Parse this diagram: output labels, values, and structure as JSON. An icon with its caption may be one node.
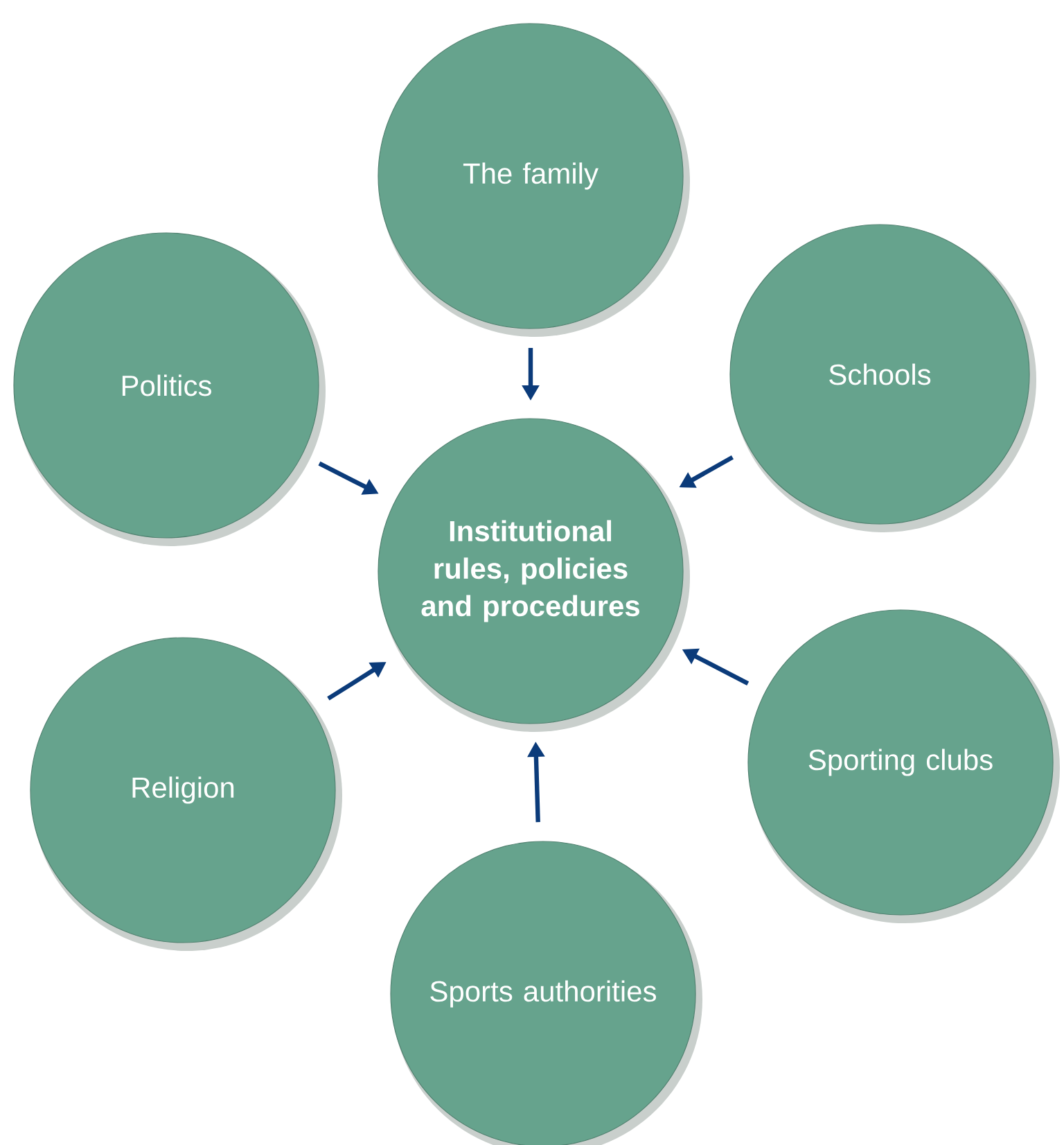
{
  "diagram": {
    "nodes": [
      {
        "text": [
          "The family"
        ]
      },
      {
        "text": [
          "Politics"
        ]
      },
      {
        "text": [
          "Schools"
        ]
      },
      {
        "text": [
          "Institutional rules, policies and procedures"
        ]
      },
      {
        "text": [
          "Sporting clubs"
        ]
      },
      {
        "text": [
          "Religion"
        ]
      },
      {
        "text": [
          "Sports authorities"
        ]
      }
    ],
    "edges": [
      {
        "from": 0,
        "to": 3,
        "arrow": "to"
      },
      {
        "from": 1,
        "to": 3,
        "arrow": "to"
      },
      {
        "from": 2,
        "to": 3,
        "arrow": "to"
      },
      {
        "from": 4,
        "to": 3,
        "arrow": "to"
      },
      {
        "from": 5,
        "to": 3,
        "arrow": "to"
      },
      {
        "from": 6,
        "to": 3,
        "arrow": "to"
      }
    ]
  }
}
